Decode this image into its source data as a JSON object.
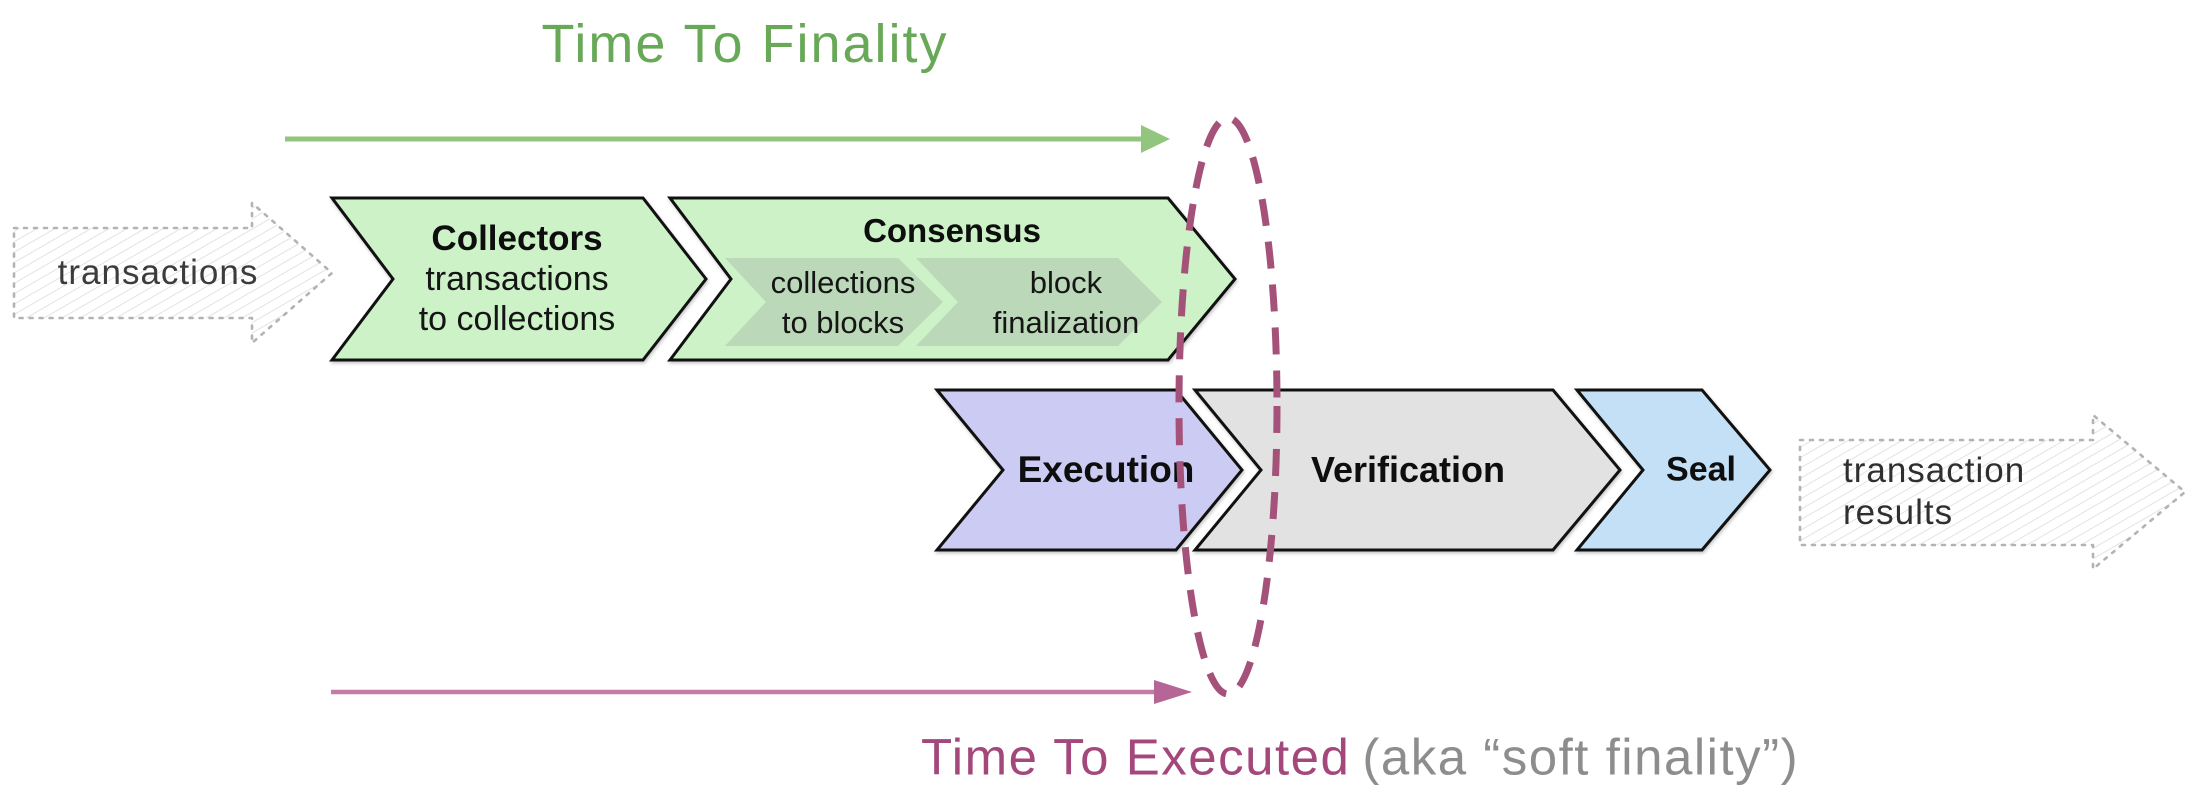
{
  "diagram": {
    "top_label": "Time To Finality",
    "bottom_label": "Time To Executed",
    "bottom_label_suffix": "(aka “soft finality”)",
    "input_label": "transactions",
    "output_label_line1": "transaction",
    "output_label_line2": "results",
    "stages": {
      "collectors": {
        "title": "Collectors",
        "subtitle_line1": "transactions",
        "subtitle_line2": "to collections"
      },
      "consensus": {
        "title": "Consensus",
        "sub_stages": [
          {
            "line1": "collections",
            "line2": "to blocks"
          },
          {
            "line1": "block",
            "line2": "finalization"
          }
        ]
      },
      "execution": {
        "title": "Execution"
      },
      "verification": {
        "title": "Verification"
      },
      "seal": {
        "title": "Seal"
      }
    }
  },
  "colors": {
    "finality_green": "#68a958",
    "arrow_green": "#92c67e",
    "stage_green": "#cdf2c8",
    "consensus_sub": "#b7d2b4",
    "execution_purple": "#cccbf4",
    "verification_gray": "#e2e2e2",
    "seal_blue": "#c3e0f7",
    "executed_pink": "#a4487c",
    "caption_gray": "#8d8d8d",
    "arrow_pink": "#c47ba6",
    "arrow_pink_head": "#b56697",
    "ellipse_pink": "#a5527a",
    "sketch_border": "#b3b3b3"
  }
}
